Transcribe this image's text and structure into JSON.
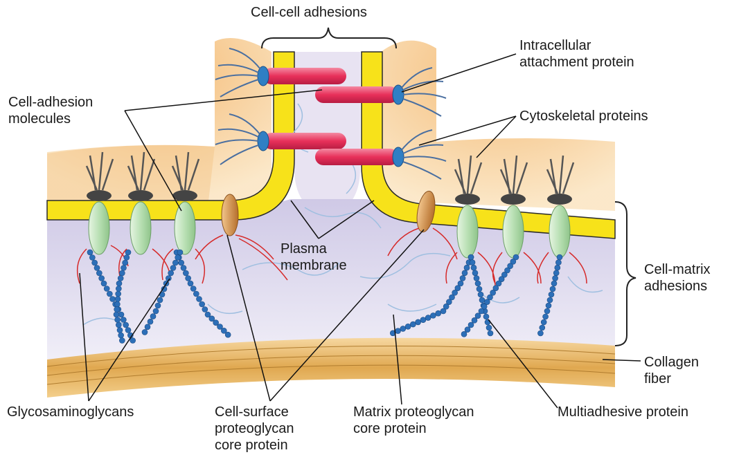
{
  "labels": {
    "cell_cell_adhesions": "Cell-cell adhesions",
    "intracellular_attachment_protein": "Intracellular\nattachment protein",
    "cell_adhesion_molecules": "Cell-adhesion\nmolecules",
    "cytoskeletal_proteins": "Cytoskeletal proteins",
    "plasma_membrane": "Plasma\nmembrane",
    "cell_matrix_adhesions": "Cell-matrix\nadhesions",
    "collagen_fiber": "Collagen\nfiber",
    "glycosaminoglycans": "Glycosaminoglycans",
    "cell_surface_proteoglycan": "Cell-surface\nproteoglycan\ncore protein",
    "matrix_proteoglycan": "Matrix proteoglycan\ncore protein",
    "multiadhesive_protein": "Multiadhesive protein"
  },
  "colors": {
    "cytoplasm": "#f6c58a",
    "membrane": "#f7e21a",
    "matrix": "#dcd8ec",
    "cam": "#e8305a",
    "attachment": "#2f7fc4",
    "adhesion_oval": "#b9e0b4",
    "proteoglycan_oval": "#c98a4a",
    "gag_beads": "#2d6fb8",
    "collagen": "#e2b565",
    "red_fiber": "#d62a2a",
    "blue_fiber": "#9fbfe0"
  }
}
